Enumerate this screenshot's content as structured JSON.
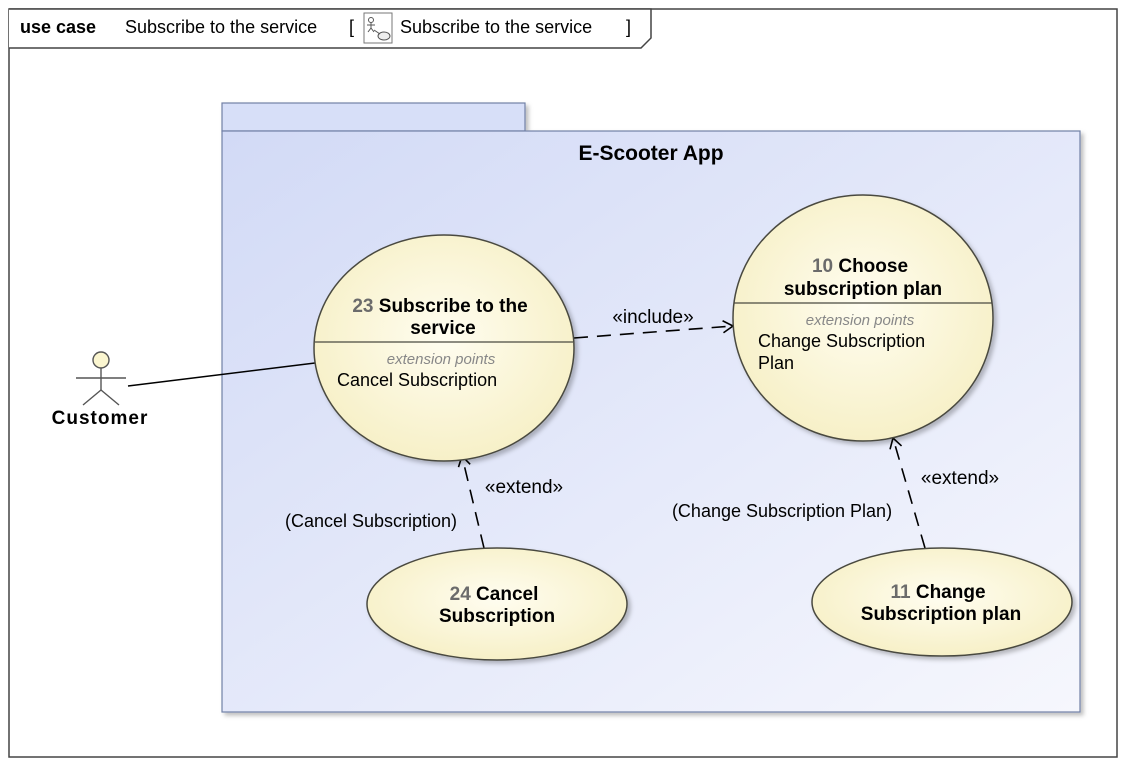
{
  "frame": {
    "keyword": "use case",
    "name": "Subscribe to the service",
    "open_bracket": "[",
    "diagram_icon": "use-case-diagram-icon",
    "diagram_ref": "Subscribe to the service",
    "close_bracket": "]"
  },
  "subject": {
    "name": "E-Scooter App"
  },
  "actor": {
    "name": "Customer"
  },
  "use_cases": {
    "subscribe": {
      "id": "23",
      "name_line1": "Subscribe to the",
      "name_line2": "service",
      "ext_header": "extension points",
      "ext_point": "Cancel Subscription"
    },
    "choose": {
      "id": "10",
      "name_line1": "Choose",
      "name_line2": "subscription plan",
      "ext_header": "extension points",
      "ext_point_line1": "Change Subscription",
      "ext_point_line2": "Plan"
    },
    "cancel": {
      "id": "24",
      "name_line1": "Cancel",
      "name_line2": "Subscription"
    },
    "change": {
      "id": "11",
      "name_line1": "Change",
      "name_line2": "Subscription plan"
    }
  },
  "relations": {
    "include_label": "«include»",
    "extend_cancel_label": "«extend»",
    "extend_cancel_condition": "(Cancel Subscription)",
    "extend_change_label": "«extend»",
    "extend_change_condition": "(Change Subscription Plan)"
  },
  "colors": {
    "frame_border": "#333333",
    "package_fill_start": "#d4dcf7",
    "package_fill_end": "#f4f6fd",
    "package_border": "#7180a6",
    "usecase_fill": "#fbf6d0",
    "usecase_border": "#4a4a40",
    "id_gray": "#6b6b6b",
    "ext_gray": "#888888"
  }
}
